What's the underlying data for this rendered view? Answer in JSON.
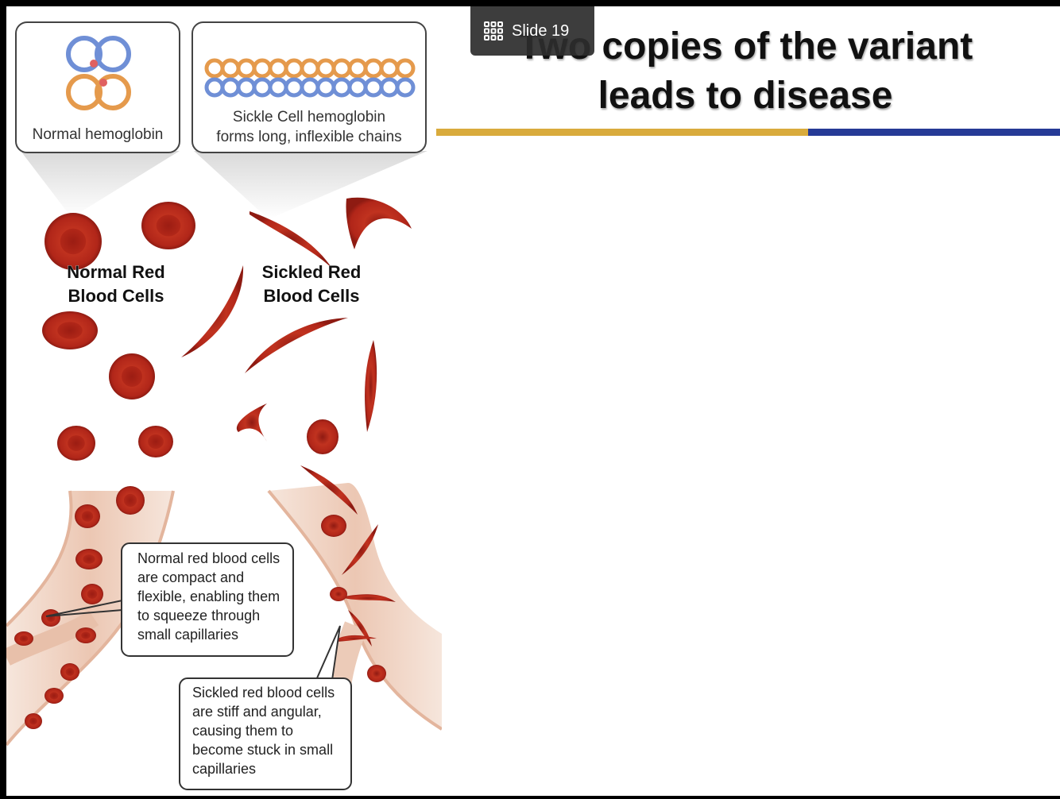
{
  "badge": {
    "label": "Slide 19",
    "icon": "grid-icon"
  },
  "slide": {
    "title_line1": "Two copies of the variant",
    "title_line2": "leads to disease"
  },
  "illustration": {
    "normal_hb_label": "Normal hemoglobin",
    "sickle_hb_label_1": "Sickle Cell hemoglobin",
    "sickle_hb_label_2": "forms long, inflexible chains",
    "normal_rbc_1": "Normal Red",
    "normal_rbc_2": "Blood Cells",
    "sickled_rbc_1": "Sickled Red",
    "sickled_rbc_2": "Blood Cells",
    "normal_callout": [
      "Normal red blood cells",
      "are compact and",
      "flexible, enabling them",
      "to squeeze through",
      "small capillaries"
    ],
    "sickle_callout": [
      "Sickled red blood cells",
      "are stiff and angular,",
      "causing them to",
      "become stuck in small",
      "capillaries"
    ]
  },
  "colors": {
    "gold": "#d9ab3c",
    "blue": "#263a96",
    "cell": "#b8281c"
  }
}
